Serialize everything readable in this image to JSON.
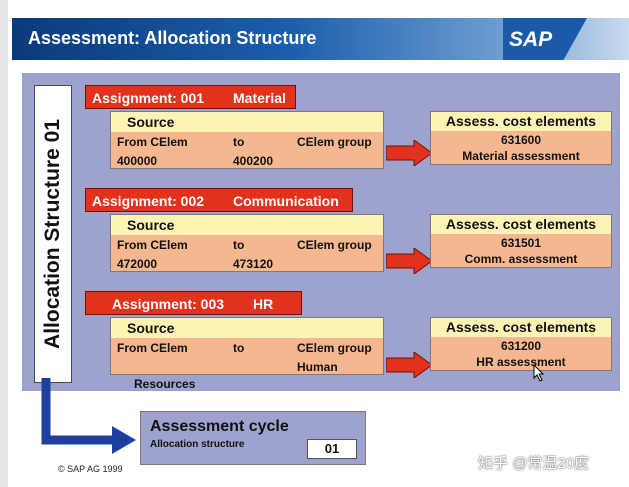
{
  "header": {
    "title": "Assessment: Allocation Structure",
    "logo": "SAP"
  },
  "structure_label": "Allocation Structure 01",
  "assignments": [
    {
      "label": "Assignment: 001",
      "name": "Material",
      "source_title": "Source",
      "col1": "From CElem",
      "col2": "to",
      "col3": "CElem group",
      "from": "400000",
      "to": "400200",
      "group": "",
      "ce_title": "Assess. cost elements",
      "ce_number": "631600",
      "ce_name": "Material assessment"
    },
    {
      "label": "Assignment: 002",
      "name": "Communication",
      "source_title": "Source",
      "col1": "From CElem",
      "col2": "to",
      "col3": "CElem group",
      "from": "472000",
      "to": "473120",
      "group": "",
      "ce_title": "Assess. cost elements",
      "ce_number": "631501",
      "ce_name": "Comm. assessment"
    },
    {
      "label": "Assignment: 003",
      "name": "HR",
      "source_title": "Source",
      "col1": "From CElem",
      "col2": "to",
      "col3": "CElem group",
      "from": "",
      "to": "",
      "group": "Human",
      "ce_title": "Assess. cost elements",
      "ce_number": "631200",
      "ce_name": "HR assessment"
    }
  ],
  "resources_label": "Resources",
  "cycle": {
    "title": "Assessment cycle",
    "subtitle": "Allocation structure",
    "value": "01"
  },
  "copyright": "© SAP AG 1999",
  "watermark": "知乎 @常温20度",
  "colors": {
    "assignment_red": "#e1321e",
    "panel": "#9ea3cd",
    "header_blue": "#1b5eac",
    "box_salmon": "#f5b78f",
    "box_header": "#fdf3b4",
    "arrow_blue": "#1f3f9e"
  },
  "icons": {
    "flow_arrow": "red-arrow-icon",
    "cycle_arrow": "blue-elbow-arrow-icon",
    "pointer": "mouse-cursor-icon"
  }
}
